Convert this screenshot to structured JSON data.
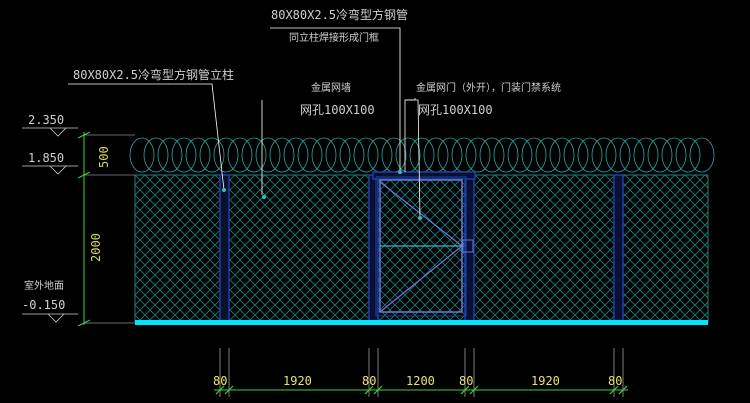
{
  "annotations": {
    "top_line1": "80X80X2.5冷弯型方钢管",
    "top_line2": "同立柱焊接形成门框",
    "post_label": "80X80X2.5冷弯型方钢管立柱",
    "wall_line1": "金属网墙",
    "wall_line2": "网孔100X100",
    "gate_line1": "金属网门（外开），门装门禁系统",
    "gate_line2": "网孔100X100"
  },
  "elevations": {
    "top": "2.350",
    "mid": "1.850",
    "ground_label": "室外地面",
    "ground": "-0.150"
  },
  "vertical_dims": {
    "upper": "500",
    "lower": "2000"
  },
  "horizontal_dims": [
    "80",
    "1920",
    "80",
    "1200",
    "80",
    "1920",
    "80"
  ],
  "colors": {
    "mesh": "#1f7f7f",
    "post": "#1f3fa8",
    "ground": "#00e5ff",
    "leader": "#ffffff",
    "dim": "#e8e46a",
    "green": "#39d33d"
  }
}
